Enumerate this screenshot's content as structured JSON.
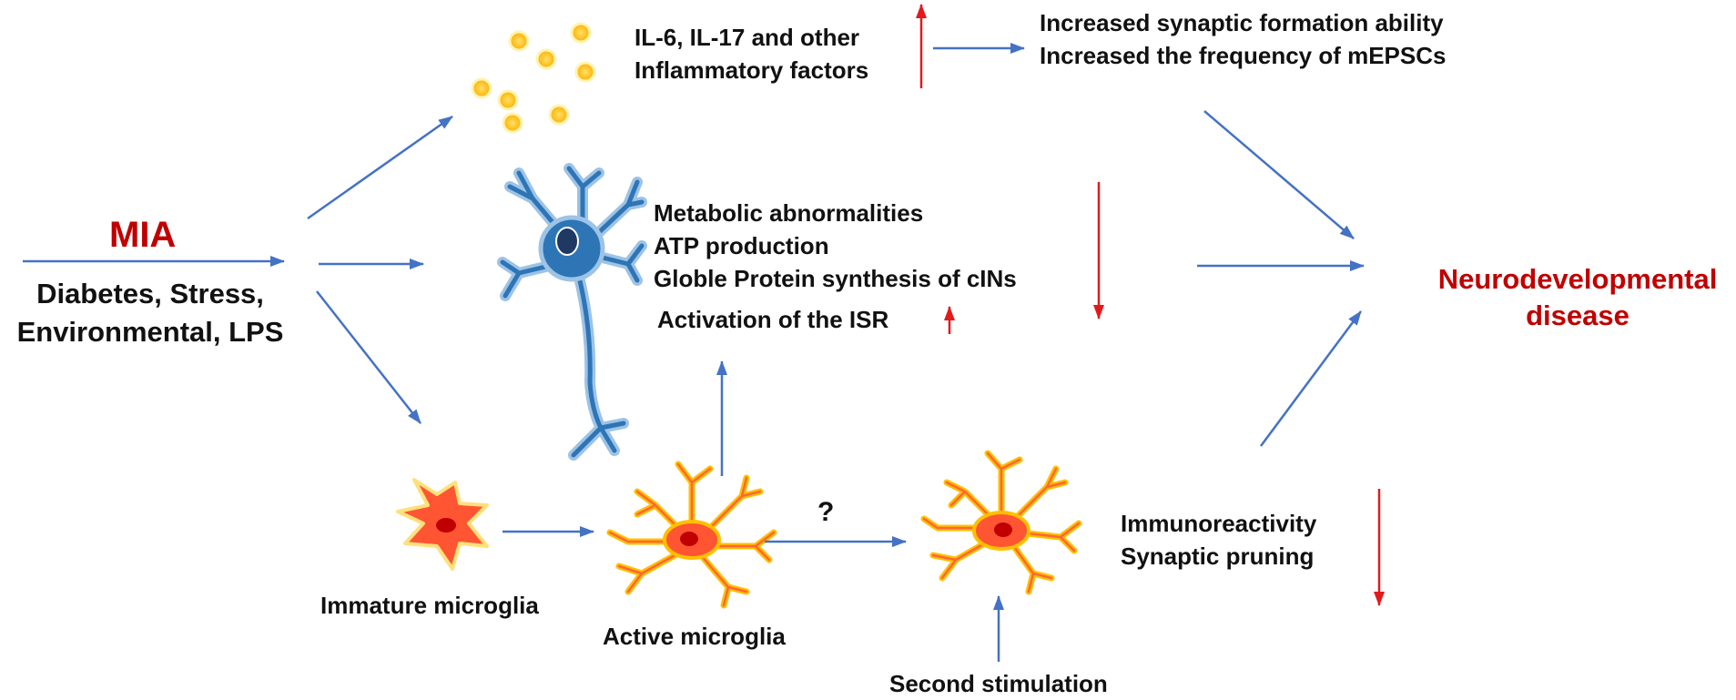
{
  "labels": {
    "mia": "MIA",
    "causes_line1": "Diabetes, Stress,",
    "causes_line2": "Environmental, LPS",
    "il_line1": "IL-6, IL-17 and other",
    "il_line2": "Inflammatory factors",
    "synaptic_line1": "Increased synaptic formation ability",
    "synaptic_line2": "Increased the frequency of mEPSCs",
    "metabolic_line1": "Metabolic abnormalities",
    "metabolic_line2": "ATP production",
    "metabolic_line3": "Globle Protein synthesis of cINs",
    "isr": "Activation of the ISR",
    "outcome_line1": "Neurodevelopmental",
    "outcome_line2": "disease",
    "immature_microglia": "Immature microglia",
    "active_microglia": "Active microglia",
    "question": "?",
    "immuno_line1": "Immunoreactivity",
    "immuno_line2": "Synaptic pruning",
    "second_stimulation": "Second stimulation"
  },
  "colors": {
    "flow_arrow": "#4472c4",
    "change_arrow": "#e31a1c",
    "title_red": "#c00000",
    "cytokine_fill": "#ffc000",
    "neuron_fill": "#2e75b6",
    "microglia_fill": "#ff5533"
  }
}
